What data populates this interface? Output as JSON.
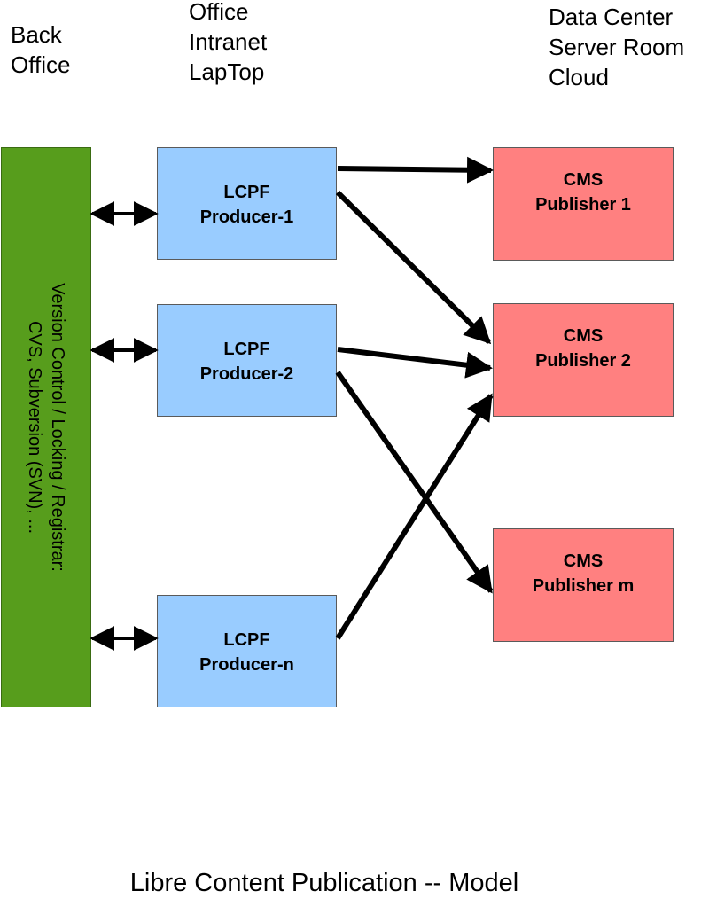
{
  "columns": {
    "back_office": [
      "Back",
      "Office"
    ],
    "office": [
      "Office",
      "Intranet",
      "LapTop"
    ],
    "data_center": [
      "Data Center",
      "Server Room",
      "Cloud"
    ]
  },
  "version_control": [
    "Version Control / Locking / Registrar:",
    "CVS, Subversion (SVN), ..."
  ],
  "producers": [
    {
      "line1": "LCPF",
      "line2": "Producer-1"
    },
    {
      "line1": "LCPF",
      "line2": "Producer-2"
    },
    {
      "line1": "LCPF",
      "line2": "Producer-n"
    }
  ],
  "publishers": [
    {
      "line1": "CMS",
      "line2": "Publisher 1"
    },
    {
      "line1": "CMS",
      "line2": "Publisher 2"
    },
    {
      "line1": "CMS",
      "line2": "Publisher m"
    }
  ],
  "caption": "Libre Content Publication -- Model",
  "colors": {
    "producer_fill": "#99ccff",
    "publisher_fill": "#ff8080",
    "version_control_fill": "#579d1c",
    "arrow": "#000000"
  }
}
